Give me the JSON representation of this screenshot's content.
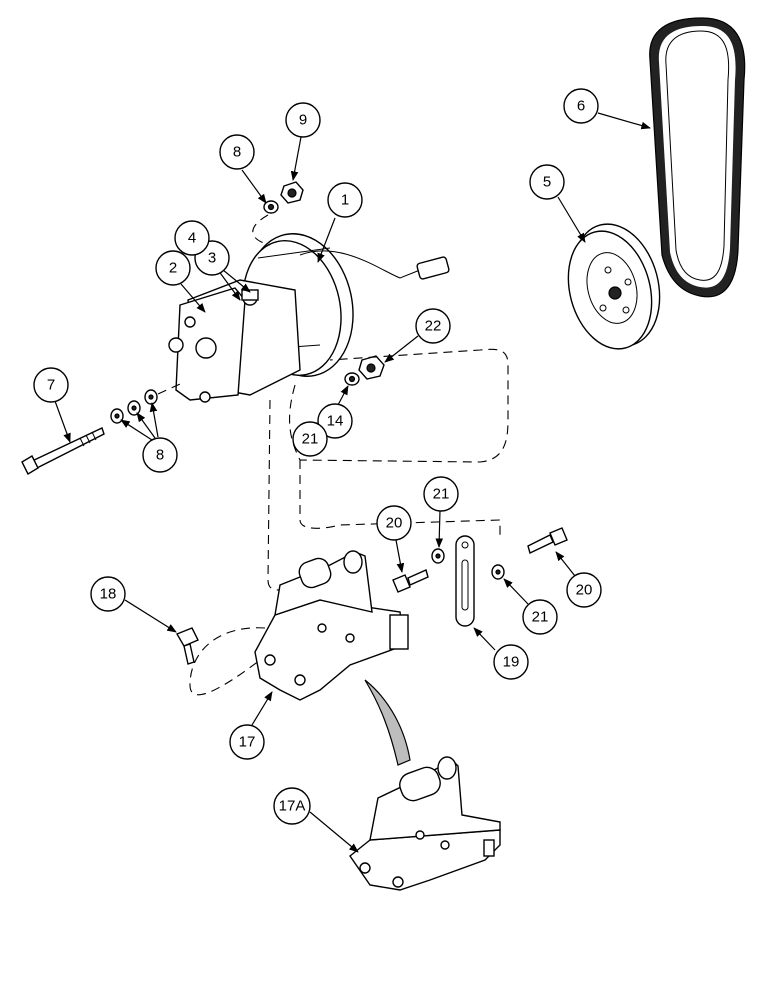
{
  "diagram": {
    "callouts": [
      {
        "id": "c1",
        "label": "1"
      },
      {
        "id": "c2",
        "label": "2"
      },
      {
        "id": "c3",
        "label": "3"
      },
      {
        "id": "c4",
        "label": "4"
      },
      {
        "id": "c5",
        "label": "5"
      },
      {
        "id": "c6",
        "label": "6"
      },
      {
        "id": "c7",
        "label": "7"
      },
      {
        "id": "c8a",
        "label": "8"
      },
      {
        "id": "c8b",
        "label": "8"
      },
      {
        "id": "c9",
        "label": "9"
      },
      {
        "id": "c14",
        "label": "14"
      },
      {
        "id": "c17",
        "label": "17"
      },
      {
        "id": "c17a",
        "label": "17A"
      },
      {
        "id": "c18",
        "label": "18"
      },
      {
        "id": "c19",
        "label": "19"
      },
      {
        "id": "c20a",
        "label": "20"
      },
      {
        "id": "c20b",
        "label": "20"
      },
      {
        "id": "c21a",
        "label": "21"
      },
      {
        "id": "c21b",
        "label": "21"
      },
      {
        "id": "c21c",
        "label": "21"
      },
      {
        "id": "c22",
        "label": "22"
      }
    ]
  }
}
